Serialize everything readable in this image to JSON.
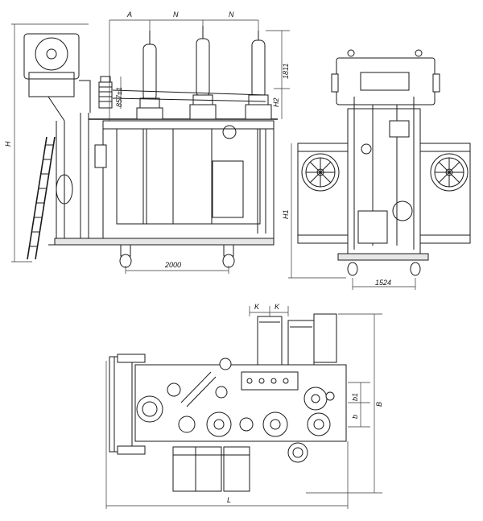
{
  "dimensions": {
    "A": "A",
    "N1": "N",
    "N2": "N",
    "H": "H",
    "H1": "H1",
    "H2": "H2",
    "v1811": "1811",
    "v857": "857±1",
    "d2000": "2000",
    "d1524": "1524",
    "K1": "K",
    "K2": "K",
    "b1": "b1",
    "b": "b",
    "B": "B",
    "L": "L"
  }
}
